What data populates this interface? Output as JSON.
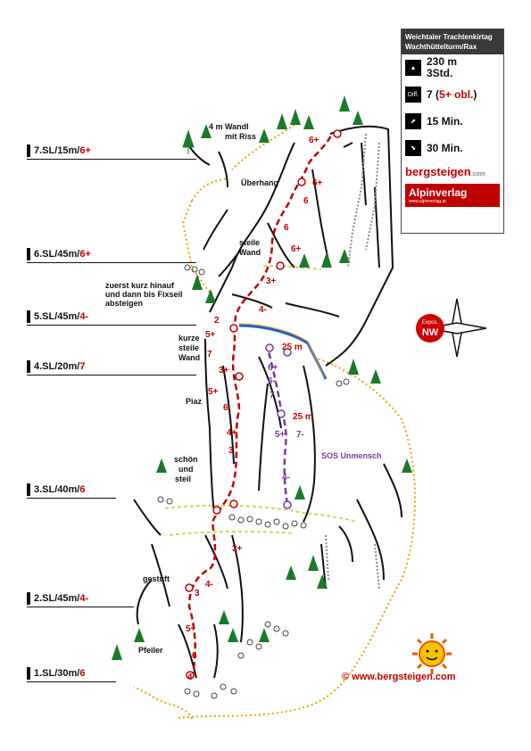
{
  "pitches": [
    {
      "prefix": "7.SL/15m/",
      "grade": "6+"
    },
    {
      "prefix": "6.SL/45m/",
      "grade": "6+"
    },
    {
      "prefix": "5.SL/45m/",
      "grade": "4-"
    },
    {
      "prefix": "4.SL/20m/",
      "grade": "7"
    },
    {
      "prefix": "3.SL/40m/",
      "grade": "6"
    },
    {
      "prefix": "2.SL/45m/",
      "grade": "4-"
    },
    {
      "prefix": "1.SL/30m/",
      "grade": "6"
    }
  ],
  "info": {
    "title_line1": "Weichtaler Trachtenkirtag",
    "title_line2": "Wachthüttelturm/Rax",
    "length": "230 m",
    "time": "3Std.",
    "diff_label": "Diff.",
    "difficulty_main": "7 (",
    "difficulty_obl": "5+ obl.",
    "difficulty_close": ")",
    "approach": "15 Min.",
    "descent": "30 Min.",
    "brand": "bergsteigen",
    "brand_suffix": ".com",
    "publisher": "Alpinverlag",
    "publisher_url": "www.alpinverlag.at"
  },
  "compass": {
    "label": "Expos.",
    "direction": "NW"
  },
  "annotations": {
    "wandl": "4 m Wandl",
    "wandl2": "mit Riss",
    "ueberhang": "Überhang",
    "steile1": "steile",
    "steile2": "Wand",
    "fixseil1": "zuerst kurz hinauf",
    "fixseil2": "und dann bis Fixseil",
    "fixseil3": "absteigen",
    "kurze1": "kurze",
    "kurze2": "steile",
    "kurze3": "Wand",
    "piaz": "Piaz",
    "schoen1": "schön",
    "schoen2": "und",
    "schoen3": "steil",
    "gestuft": "gestuft",
    "pfeiler": "Pfeiler",
    "rope25a": "25 m",
    "rope25b": "25 m"
  },
  "sos_route": "SOS Unmensch",
  "website": "©  www.bergsteigen.com",
  "route_grades": [
    "6+",
    "6+",
    "6",
    "6",
    "6+",
    "3+",
    "4-",
    "2",
    "5+",
    "7",
    "3+",
    "5+",
    "6",
    "4+",
    "3",
    "3+",
    "4-",
    "3",
    "5+",
    "6",
    "4"
  ],
  "sos_grades": [
    "6+",
    "6-",
    "7",
    "5+",
    "7-",
    "4-"
  ],
  "colors": {
    "route": "#c00000",
    "sos": "#7a3a9a",
    "descent": "#f0a000",
    "fixrope": "#2060d0",
    "ledge": "#c8d860"
  }
}
